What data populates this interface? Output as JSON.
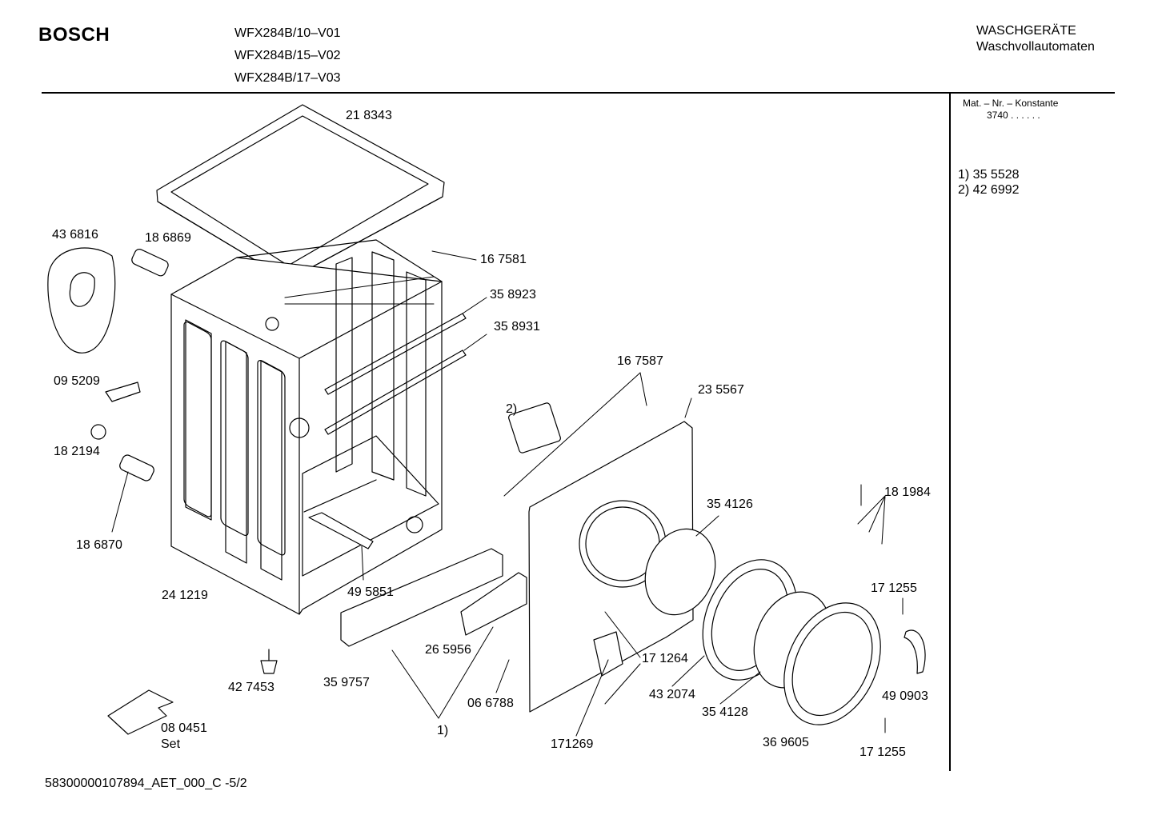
{
  "header": {
    "brand": "BOSCH",
    "models": [
      "WFX284B/10–V01",
      "WFX284B/15–V02",
      "WFX284B/17–V03"
    ],
    "category": "WASCHGERÄTE",
    "subcategory": "Waschvollautomaten"
  },
  "sidebar": {
    "mat_label": "Mat. – Nr. – Konstante",
    "mat_value": "3740  .   .    .   .   .   .",
    "notes": [
      "1) 35 5528",
      "2) 42 6992"
    ]
  },
  "parts": {
    "p218343": "21 8343",
    "p436816": "43 6816",
    "p186869": "18 6869",
    "p167581": "16 7581",
    "p358923": "35 8923",
    "p358931": "35 8931",
    "p095209": "09 5209",
    "p182194": "18 2194",
    "p186870": "18 6870",
    "p241219": "24 1219",
    "p495851": "49 5851",
    "p167587": "16 7587",
    "p235567": "23 5567",
    "p2": "2)",
    "p354126": "35 4126",
    "p181984": "18 1984",
    "p171255a": "17 1255",
    "p265956": "26 5956",
    "p171264": "17 1264",
    "p432074": "43 2074",
    "p359757": "35 9757",
    "p066788": "06 6788",
    "p490903": "49 0903",
    "p427453": "42 7453",
    "p354128": "35 4128",
    "p080451": "08 0451",
    "set": "Set",
    "p1": "1)",
    "p171269": "171269",
    "p369605": "36 9605",
    "p171255b": "17 1255"
  },
  "footer": {
    "doc_id": "58300000107894_AET_000_C  -5/2"
  }
}
